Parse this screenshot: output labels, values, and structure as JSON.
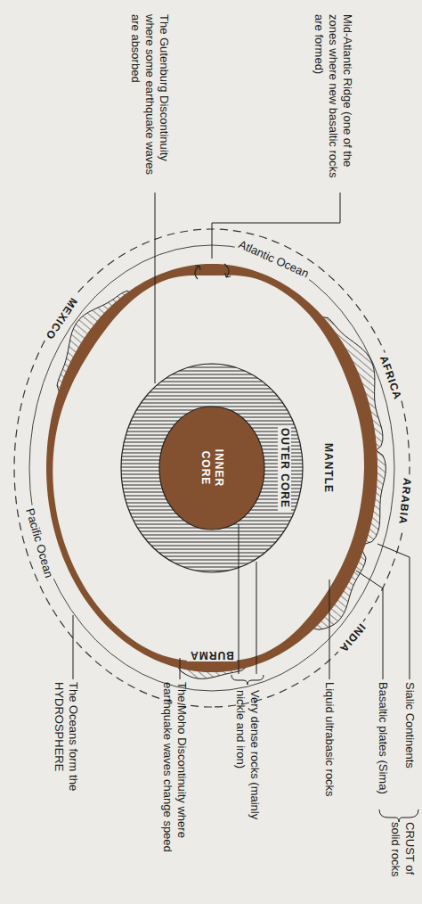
{
  "diagram": {
    "nodes": [
      {
        "text": [
          "MANTLE"
        ]
      },
      {
        "text": [
          "OUTER CORE"
        ],
        "in": 0
      },
      {
        "text": [
          "INNER CORE"
        ],
        "in": 1
      },
      {
        "text": [
          "AFRICA"
        ]
      },
      {
        "text": [
          "ARABIA"
        ]
      },
      {
        "text": [
          "INDIA"
        ]
      },
      {
        "text": [
          "BURMA"
        ]
      },
      {
        "text": [
          "MEXICO"
        ]
      }
    ],
    "labels": [
      "Sialic Continents",
      "CRUST of solid rocks",
      "Basaltic plates (Sima)",
      "Liquid ultrabasic rocks",
      "Very dense rocks (mainly nickle and iron)",
      "The Moho Discontinuity where earthquake waves change speed",
      "The Oceans form the HYDROSPHERE",
      "Mid-Atlantic Ridge (one of the zones where new basaltic rocks are formed)",
      "The Gutenburg Discontinuity where some earthquake waves are absorbed",
      "Atlantic Ocean",
      "Pacific Ocean"
    ]
  }
}
